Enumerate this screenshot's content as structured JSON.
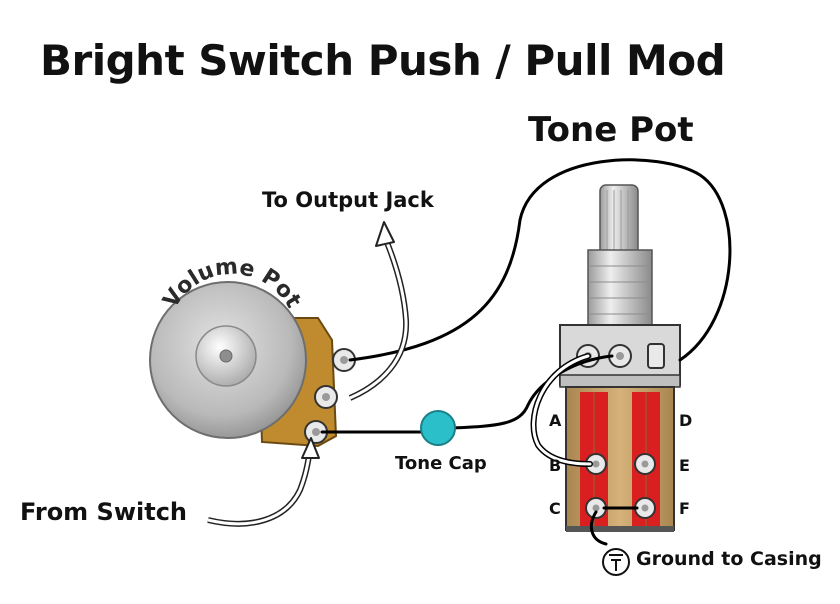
{
  "title": "Bright Switch Push / Pull Mod",
  "labels": {
    "tone_pot": "Tone Pot",
    "volume_pot": "Volume Pot",
    "to_output_jack": "To Output Jack",
    "from_switch": "From Switch",
    "tone_cap": "Tone Cap",
    "ground_to_casing": "Ground to Casing"
  },
  "switch_pins": {
    "left": [
      "A",
      "B",
      "C"
    ],
    "right": [
      "D",
      "E",
      "F"
    ]
  },
  "colors": {
    "tone_cap": "#2bbfc9",
    "switch_stripe": "#d91f1f",
    "switch_body": "#c7a068",
    "pot_lug_tab": "#c08a2e",
    "wire": "#000000"
  },
  "icons": [
    "ground-symbol-icon"
  ]
}
